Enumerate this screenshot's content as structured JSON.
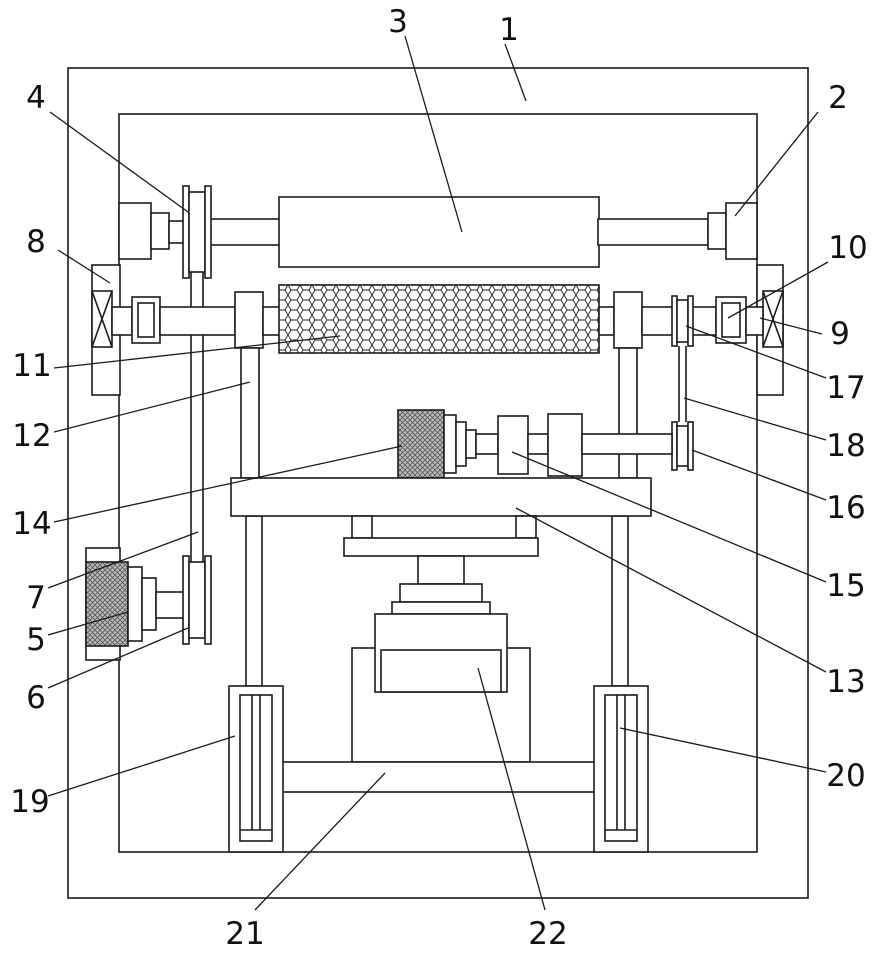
{
  "drawing": {
    "type": "mechanical-schematic",
    "hatch_mesh_color": "#ffffff",
    "hatch_cross_color": "#555555",
    "labels": [
      "1",
      "2",
      "3",
      "4",
      "5",
      "6",
      "7",
      "8",
      "9",
      "10",
      "11",
      "12",
      "13",
      "14",
      "15",
      "16",
      "17",
      "18",
      "19",
      "20",
      "21",
      "22"
    ]
  }
}
